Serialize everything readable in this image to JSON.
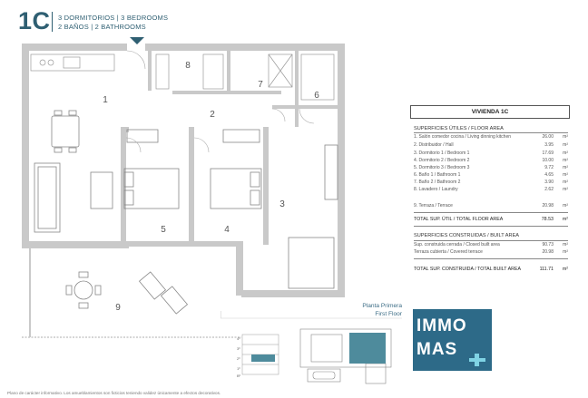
{
  "header": {
    "unit_code": "1C",
    "line1": "3 DORMITORIOS | 3 BEDROOMS",
    "line2": "2 BAÑOS | 2 BATHROOMS"
  },
  "plan": {
    "room_numbers": [
      "1",
      "2",
      "3",
      "4",
      "5",
      "6",
      "7",
      "8",
      "9"
    ]
  },
  "table": {
    "title": "VIVIENDA 1C",
    "useful_header": "SUPERFICIES ÚTILES / FLOOR AREA",
    "useful_rows": [
      {
        "label": "1. Salón comedor cocina / Living dinning kitchen",
        "value": "26.00",
        "unit": "m²"
      },
      {
        "label": "2. Distribuidor / Hall",
        "value": "3.95",
        "unit": "m²"
      },
      {
        "label": "3. Dormitorio 1 / Bedroom 1",
        "value": "17.69",
        "unit": "m²"
      },
      {
        "label": "4. Dormitorio 2 / Bedroom 2",
        "value": "10.00",
        "unit": "m²"
      },
      {
        "label": "5. Dormitorio 3 / Bedroom 3",
        "value": "9.72",
        "unit": "m²"
      },
      {
        "label": "6. Baño 1 / Bathroom 1",
        "value": "4.65",
        "unit": "m²"
      },
      {
        "label": "7. Baño 2 / Bathroom 2",
        "value": "3.90",
        "unit": "m²"
      },
      {
        "label": "8. Lavadero / Laundry",
        "value": "2.62",
        "unit": "m²"
      }
    ],
    "terrace_row": {
      "label": "9. Terraza / Terrace",
      "value": "20.98",
      "unit": "m²"
    },
    "total_useful": {
      "label": "TOTAL SUP. ÚTIL / TOTAL FLOOR AREA",
      "value": "78.53",
      "unit": "m²"
    },
    "built_header": "SUPERFICIES CONSTRUIDAS / BUILT AREA",
    "built_rows": [
      {
        "label": "Sup. construida cerrada / Closed built area",
        "value": "90.73",
        "unit": "m²"
      },
      {
        "label": "Terraza cubierta / Covered terrace",
        "value": "20.98",
        "unit": "m²"
      }
    ],
    "total_built": {
      "label": "TOTAL SUP. CONSTRUIDA / TOTAL BUILT AREA",
      "value": "111.71",
      "unit": "m²"
    }
  },
  "location": {
    "title_es": "Planta Primera",
    "title_en": "First Floor",
    "floor_labels": [
      "4º",
      "3º",
      "2º",
      "1º",
      "Bº"
    ]
  },
  "logo": {
    "line1": "IMMO",
    "line2": "MAS",
    "color": "#2d6a88"
  },
  "footnote": "Plano de carácter informativo. Los amueblamientos son ficticios teniendo validez únicamente a efectos decorativos.",
  "colors": {
    "brand": "#2f5f72",
    "terrace_highlight": "#4e8b9c"
  }
}
